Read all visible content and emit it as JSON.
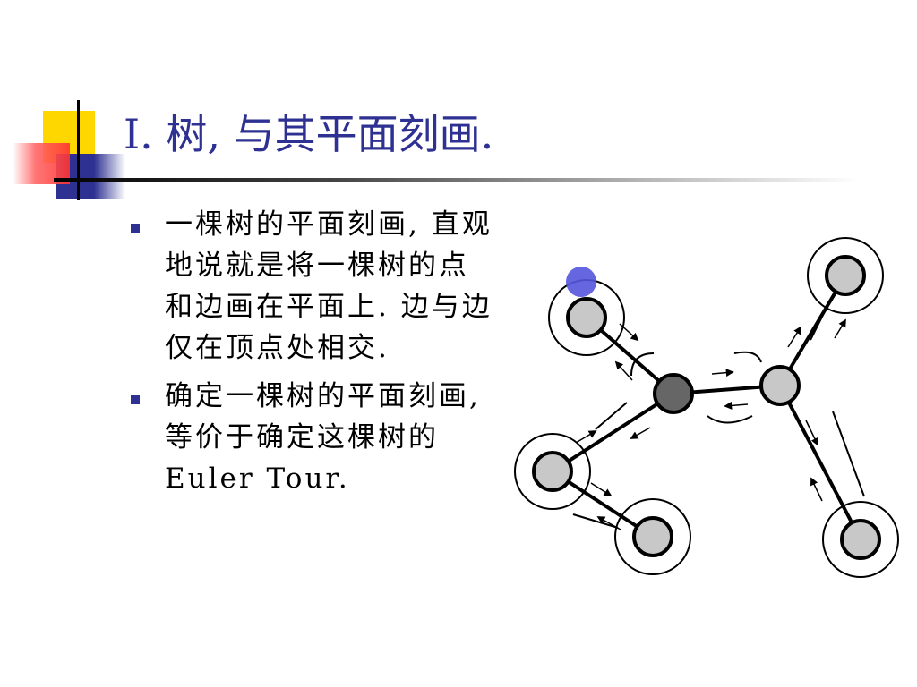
{
  "slide": {
    "title": "I. 树, 与其平面刻画.",
    "bullets": [
      "一棵树的平面刻画, 直观地说就是将一棵树的点和边画在平面上. 边与边仅在顶点处相交.",
      "确定一棵树的平面刻画, 等价于确定这棵树的Euler Tour."
    ]
  },
  "colors": {
    "title": "#2e3192",
    "bullet": "#2e3192",
    "deco_yellow": "#ffd700",
    "deco_blue": "#2e3192",
    "deco_red": "#ff3333",
    "node_fill": "#c8c8c8",
    "center_node_fill": "#666666",
    "pointer_dot": "#5555dd"
  },
  "diagram": {
    "description_icon": "tree-euler-tour-diagram",
    "node_count": 7
  }
}
